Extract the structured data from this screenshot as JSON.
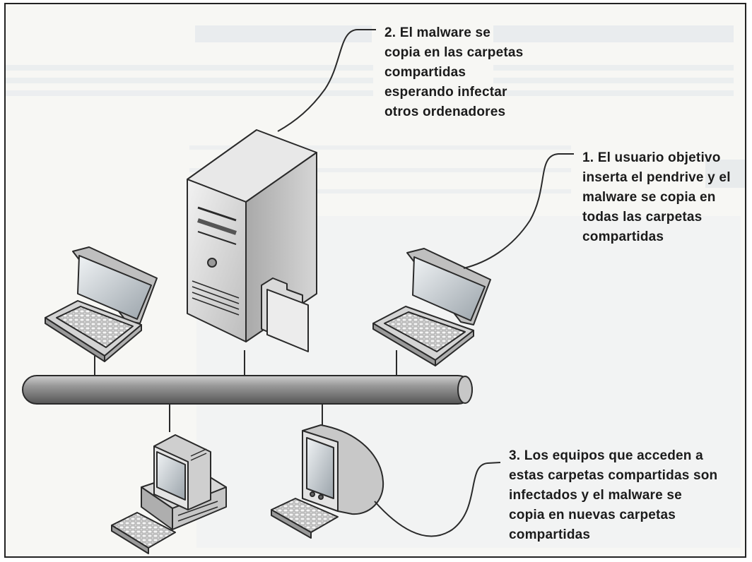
{
  "callouts": {
    "step1": "1. El usuario objetivo\ninserta el pendrive y el\nmalware se copia en\ntodas las carpetas\ncompartidas",
    "step2": "2. El malware se\ncopia en las carpetas\ncompartidas\nesperando infectar\notros ordenadores",
    "step3": "3. Los equipos que acceden a\nestas carpetas compartidas son\ninfectados y el malware se\ncopia en nuevas carpetas\ncompartidas"
  },
  "colors": {
    "background": "#f7f7f4",
    "background_ghost": "#d7dde4",
    "device_light": "#e6e6e6",
    "device_mid": "#b9b9b9",
    "device_dark": "#7c7c7c",
    "screen": "#c9d0d6",
    "outline": "#2a2a2a",
    "text": "#1b1b1b"
  },
  "icons": [
    "server-icon",
    "folder-icon",
    "laptop-icon",
    "network-bus-icon",
    "desktop-computer-icon",
    "crt-monitor-icon",
    "keyboard-icon"
  ]
}
